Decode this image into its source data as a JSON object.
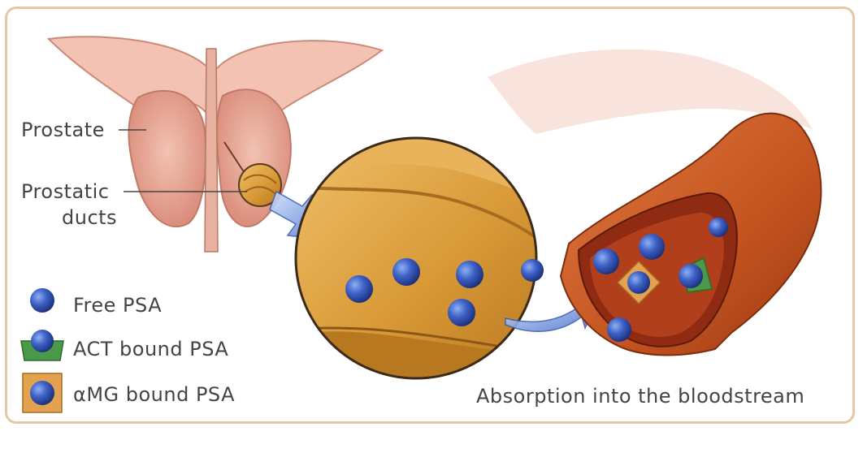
{
  "labels": {
    "prostate": "Prostate",
    "ducts_line1": "Prostatic",
    "ducts_line2": "ducts",
    "absorption": "Absorption into the bloodstream"
  },
  "legend": {
    "free": "Free PSA",
    "act": "ACT bound PSA",
    "amg": "αMG bound PSA"
  },
  "colors": {
    "border": "#e2c9a2",
    "gland": "#e9a79b",
    "duct_tissue": "#d79a3b",
    "vessel": "#c9582a",
    "psa_blue": "#3f63c8",
    "act_green": "#4a9a4a",
    "amg_orange": "#e3a24f"
  }
}
